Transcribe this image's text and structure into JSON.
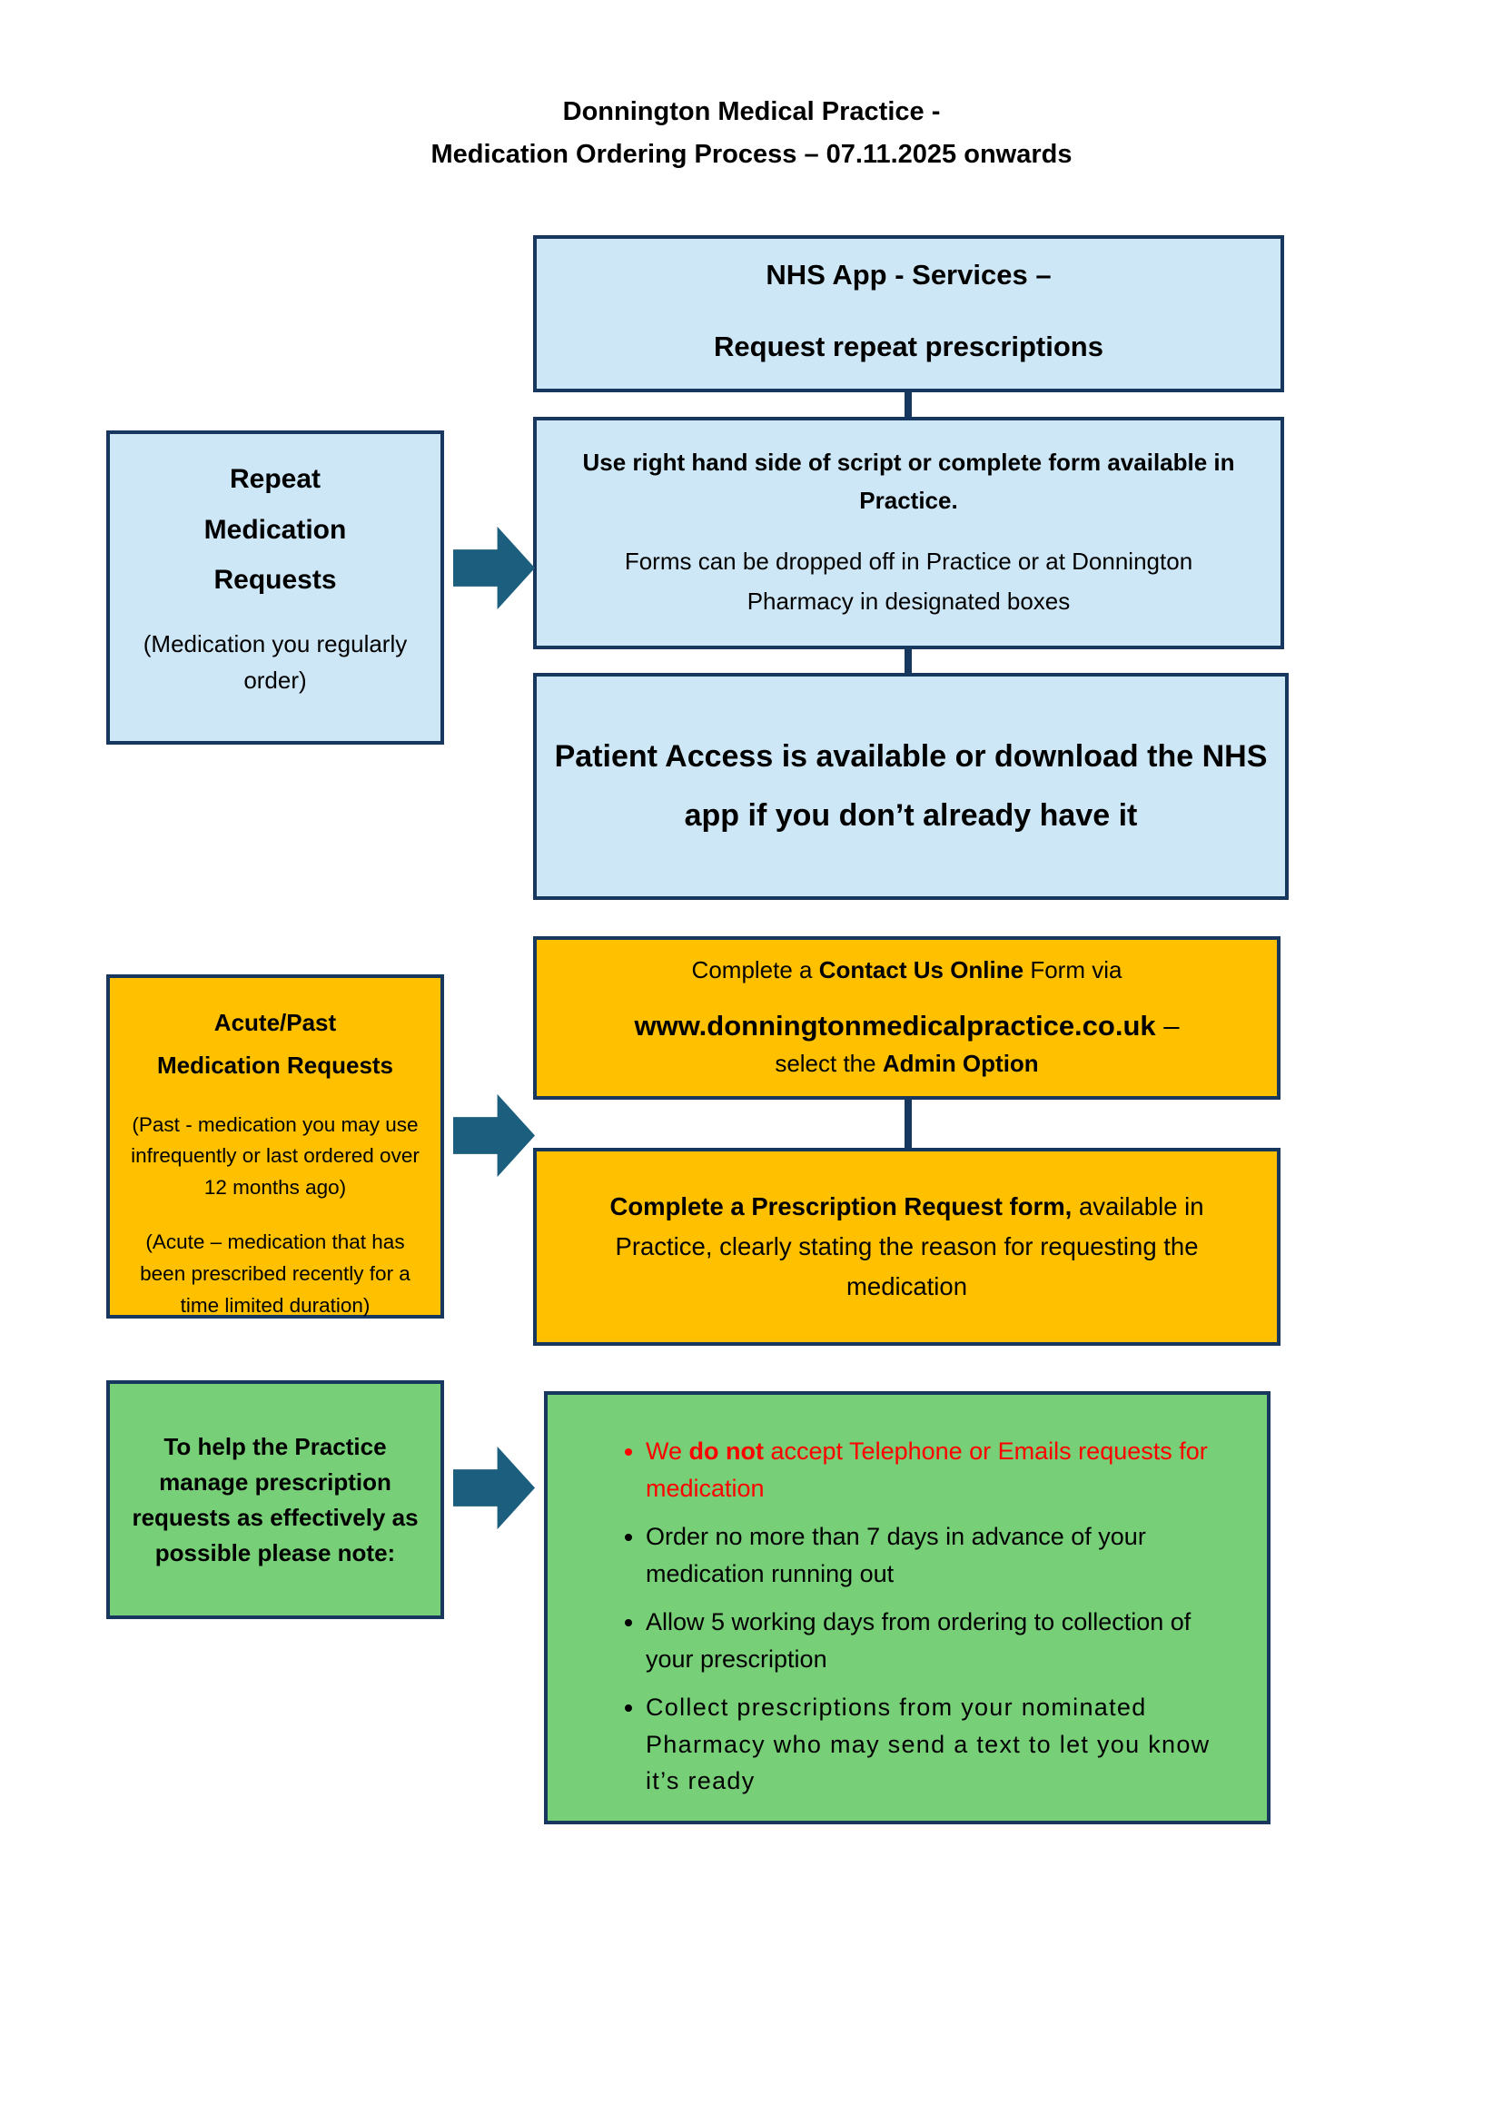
{
  "colors": {
    "light_blue": "#CDE7F6",
    "orange": "#FFC000",
    "green": "#77D077",
    "border_navy": "#17375E",
    "arrow_teal": "#1C5E7E",
    "alert_red": "#FF0000"
  },
  "title": {
    "line1": "Donnington Medical Practice -",
    "line2": "Medication Ordering Process – 07.11.2025 onwards"
  },
  "nhs_box": {
    "line1": "NHS App  - Services –",
    "line2": "Request repeat prescriptions"
  },
  "script_box": {
    "bold_text": "Use right hand side of script or complete form available in Practice.",
    "normal_text": "Forms can be dropped off in Practice or at Donnington Pharmacy in designated boxes"
  },
  "patient_box": {
    "text": "Patient Access is available or download the NHS app if you don’t already have it"
  },
  "repeat_box": {
    "heading1": "Repeat",
    "heading2": "Medication",
    "heading3": "Requests",
    "sub": "(Medication you regularly order)"
  },
  "acute_box": {
    "heading1": "Acute/Past",
    "heading2": "Medication  Requests",
    "para1": "(Past - medication you may use infrequently or last ordered over 12 months ago)",
    "para2": "(Acute – medication that has been prescribed recently for a time limited duration)"
  },
  "contact_box": {
    "line1_pre": "Complete a ",
    "line1_bold": "Contact Us Online",
    "line1_post": " Form via",
    "line2_bold": "www.donningtonmedicalpractice.co.uk",
    "line2_post": " –",
    "line3_pre": "select the  ",
    "line3_bold": "Admin Option"
  },
  "prescription_box": {
    "bold": "Complete a Prescription Request form,",
    "normal": " available in Practice, clearly stating the reason for requesting the medication"
  },
  "note_box": {
    "text": "To help the Practice manage prescription requests as effectively as possible please note:"
  },
  "bullets": [
    {
      "pre": "We ",
      "bold": "do not",
      "post": " accept Telephone or Emails requests for medication"
    },
    {
      "text": "Order no more than 7 days in advance of your medication running out"
    },
    {
      "text": "Allow 5 working days from ordering to collection of your prescription"
    },
    {
      "text": "Collect prescriptions from your nominated Pharmacy who may send a text to let you know it’s ready"
    }
  ]
}
